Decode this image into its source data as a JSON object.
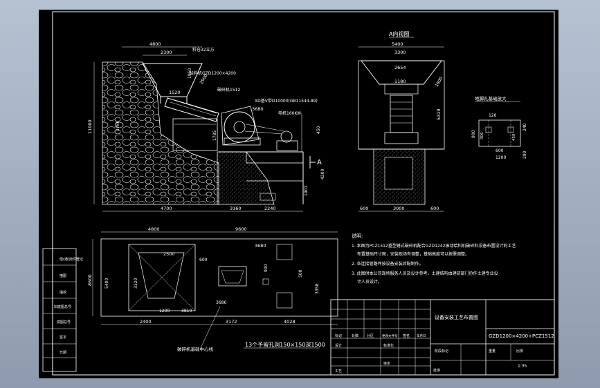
{
  "drawing": {
    "view_a_title": "A向视图",
    "foundation_detail_title": "地脚孔基础放大",
    "crusher_section_label": "A",
    "labels": {
      "silo": "料仓32立方",
      "feeder": "给料机GZD1200×4200",
      "crusher": "破碎机1512",
      "vbelt": "XD基V带D10000(GB11544-89)",
      "motor": "电机160KW",
      "foundation_center": "破碎机基础中心线",
      "holes": "13个予留孔洞150×150深1500"
    },
    "dims_elevation": [
      "4800",
      "2300",
      "1950",
      "1520",
      "2900",
      "3680",
      "11000",
      "3780",
      "1785",
      "450",
      "4200",
      "1901",
      "4700",
      "3160",
      "2240"
    ],
    "dims_view_a": [
      "5400",
      "3300",
      "2654",
      "1180",
      "5319",
      "600",
      "3000",
      "600",
      "1800"
    ],
    "dims_detail": [
      "120",
      "900",
      "306",
      "600",
      "1200",
      "240",
      "290",
      "450"
    ],
    "dims_plan": [
      "4800",
      "9600",
      "3680",
      "2500",
      "600",
      "3320",
      "5400",
      "8600",
      "900",
      "500",
      "3358",
      "3686",
      "1200",
      "3810",
      "2400",
      "3172",
      "4028"
    ]
  },
  "notes": {
    "heading": "说明:",
    "lines": [
      "1. 本图为PCZ1512重型锤式破碎机配合GZD1242振动给料机破碎料设备布置设计的工艺",
      "布置基础尺寸图，安装现场有调整，基础高度可以按需调整。",
      "2. 各连接管路件按设备安装后配制作。",
      "3. 此图供本公司现场服务人员及设计参考，土建结构由建研部门协作土建专业设",
      "计人员设计。"
    ]
  },
  "title_block": {
    "drawing_title": "设备安装工艺布置图",
    "model": "GZD1200×4200+PCZ1512",
    "scale_label": "1:35",
    "row_labels": [
      "设计",
      "工艺",
      "标记",
      "处数",
      "分区",
      "更改文件号",
      "签名",
      "年月日"
    ],
    "bottom_row": [
      "标准化",
      "审定",
      "批准"
    ],
    "mini_labels": [
      "阶段标记",
      "重量",
      "比例"
    ]
  },
  "left_strip": {
    "items": [
      "借(通)用件登记",
      "描图",
      "描校",
      "旧底图总号",
      "底图总号",
      "签字",
      "日期"
    ]
  }
}
